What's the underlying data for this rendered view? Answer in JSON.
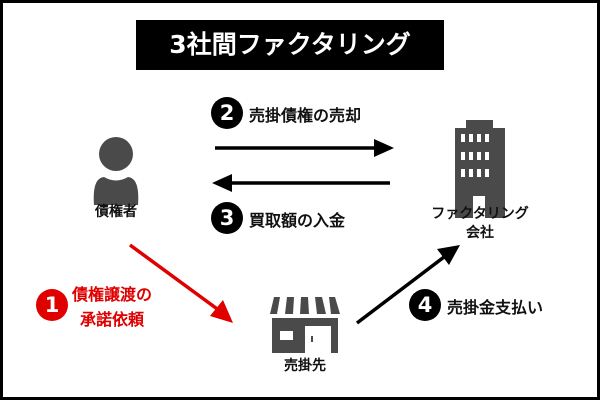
{
  "title": "3社間ファクタリング",
  "actors": {
    "creditor": "債権者",
    "factoring_line1": "ファクタリング",
    "factoring_line2": "会社",
    "debtor": "売掛先"
  },
  "steps": [
    {
      "num": "1",
      "line1": "債権譲渡の",
      "line2": "承諾依頼",
      "color": "#e00000"
    },
    {
      "num": "2",
      "label": "売掛債権の売却"
    },
    {
      "num": "3",
      "label": "買取額の入金"
    },
    {
      "num": "4",
      "label": "売掛金支払い"
    }
  ],
  "colors": {
    "icon": "#4a4a4a",
    "accent": "#e00000"
  }
}
